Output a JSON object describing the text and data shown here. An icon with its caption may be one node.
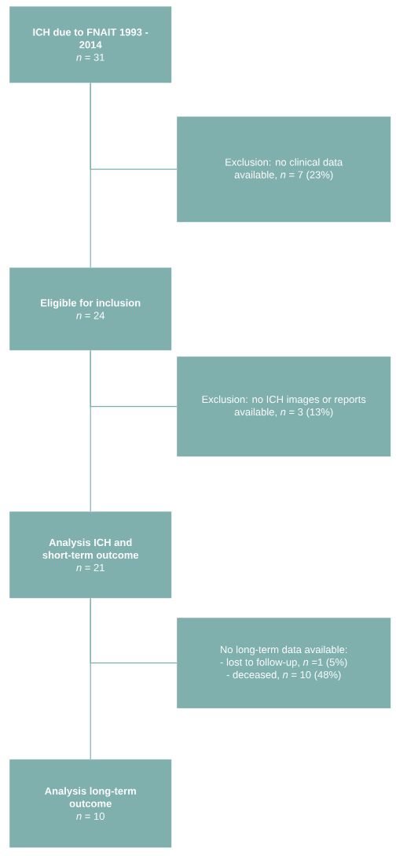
{
  "diagram": {
    "nodes": [
      {
        "text": [
          "ICH due to FNAIT 1993 - 2014",
          "*n* = 31"
        ]
      },
      {
        "text": [
          "Exclusion: no clinical data available, *n* = 7 (23%)"
        ]
      },
      {
        "text": [
          "Eligible for inclusion",
          "*n* = 24"
        ]
      },
      {
        "text": [
          "Exclusion: no ICH images or reports available, *n* = 3 (13%)"
        ]
      },
      {
        "text": [
          "Analysis ICH and short-term outcome",
          "*n* = 21"
        ]
      },
      {
        "text": [
          "No long-term data available:",
          "- lost to follow-up, *n* =1 (5%)",
          "- deceased, *n* = 10 (48%)"
        ]
      },
      {
        "text": [
          "Analysis long-term outcome",
          "*n* = 10"
        ]
      }
    ],
    "edges": [
      {
        "from": 0,
        "to": 2,
        "arrow": "none"
      },
      {
        "from": 0,
        "to": 1,
        "arrow": "none"
      },
      {
        "from": 2,
        "to": 4,
        "arrow": "none"
      },
      {
        "from": 2,
        "to": 3,
        "arrow": "none"
      },
      {
        "from": 4,
        "to": 6,
        "arrow": "none"
      },
      {
        "from": 4,
        "to": 5,
        "arrow": "none"
      }
    ]
  }
}
